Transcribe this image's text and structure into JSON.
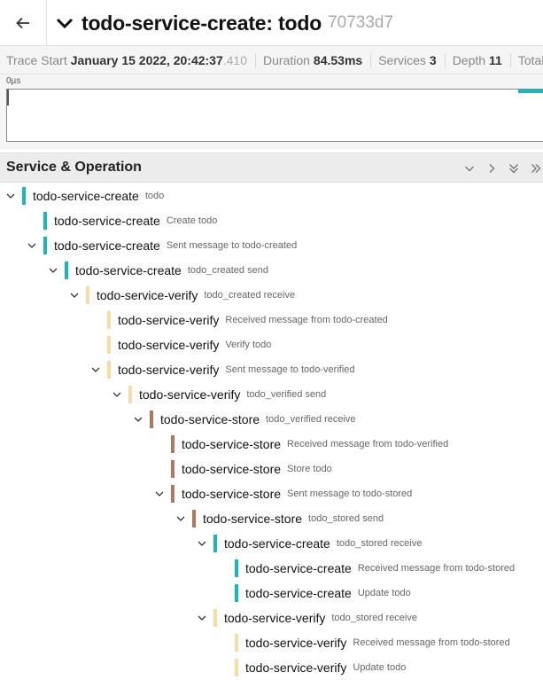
{
  "header": {
    "title": "todo-service-create: todo",
    "trace_id": "70733d7"
  },
  "meta": {
    "trace_start_label": "Trace Start",
    "trace_start_value": "January 15 2022, 20:42:37",
    "trace_start_ms": ".410",
    "duration_label": "Duration",
    "duration_value": "84.53ms",
    "services_label": "Services",
    "services_value": "3",
    "depth_label": "Depth",
    "depth_value": "11",
    "total_label": "Total"
  },
  "minimap": {
    "tick_label": "0µs"
  },
  "section": {
    "title": "Service & Operation"
  },
  "colors": {
    "create": "#17b8be",
    "verify": "#f8dcA1",
    "store": "#b0795d"
  },
  "rows": [
    {
      "service": "todo-service-create",
      "operation": "todo",
      "depth": 0,
      "expandable": true,
      "color": "create"
    },
    {
      "service": "todo-service-create",
      "operation": "Create todo",
      "depth": 1,
      "expandable": false,
      "color": "create"
    },
    {
      "service": "todo-service-create",
      "operation": "Sent message to todo-created",
      "depth": 1,
      "expandable": true,
      "color": "create"
    },
    {
      "service": "todo-service-create",
      "operation": "todo_created send",
      "depth": 2,
      "expandable": true,
      "color": "create"
    },
    {
      "service": "todo-service-verify",
      "operation": "todo_created receive",
      "depth": 3,
      "expandable": true,
      "color": "verify"
    },
    {
      "service": "todo-service-verify",
      "operation": "Received message from todo-created",
      "depth": 4,
      "expandable": false,
      "color": "verify"
    },
    {
      "service": "todo-service-verify",
      "operation": "Verify todo",
      "depth": 4,
      "expandable": false,
      "color": "verify"
    },
    {
      "service": "todo-service-verify",
      "operation": "Sent message to todo-verified",
      "depth": 4,
      "expandable": true,
      "color": "verify"
    },
    {
      "service": "todo-service-verify",
      "operation": "todo_verified send",
      "depth": 5,
      "expandable": true,
      "color": "verify"
    },
    {
      "service": "todo-service-store",
      "operation": "todo_verified receive",
      "depth": 6,
      "expandable": true,
      "color": "store"
    },
    {
      "service": "todo-service-store",
      "operation": "Received message from todo-verified",
      "depth": 7,
      "expandable": false,
      "color": "store"
    },
    {
      "service": "todo-service-store",
      "operation": "Store todo",
      "depth": 7,
      "expandable": false,
      "color": "store"
    },
    {
      "service": "todo-service-store",
      "operation": "Sent message to todo-stored",
      "depth": 7,
      "expandable": true,
      "color": "store"
    },
    {
      "service": "todo-service-store",
      "operation": "todo_stored send",
      "depth": 8,
      "expandable": true,
      "color": "store"
    },
    {
      "service": "todo-service-create",
      "operation": "todo_stored receive",
      "depth": 9,
      "expandable": true,
      "color": "create"
    },
    {
      "service": "todo-service-create",
      "operation": "Received message from todo-stored",
      "depth": 10,
      "expandable": false,
      "color": "create"
    },
    {
      "service": "todo-service-create",
      "operation": "Update todo",
      "depth": 10,
      "expandable": false,
      "color": "create"
    },
    {
      "service": "todo-service-verify",
      "operation": "todo_stored receive",
      "depth": 9,
      "expandable": true,
      "color": "verify"
    },
    {
      "service": "todo-service-verify",
      "operation": "Received message from todo-stored",
      "depth": 10,
      "expandable": false,
      "color": "verify"
    },
    {
      "service": "todo-service-verify",
      "operation": "Update todo",
      "depth": 10,
      "expandable": false,
      "color": "verify"
    }
  ]
}
